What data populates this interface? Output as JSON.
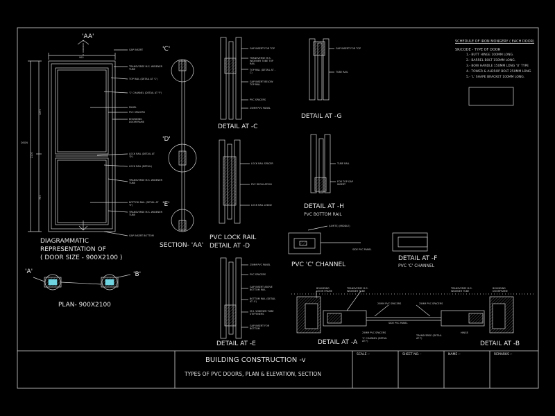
{
  "door_elevation": {
    "section_mark": "'AA'",
    "width_dim": "900",
    "height_dim": "2100",
    "upper_dim": "1270",
    "lower_dim": "730",
    "side_tag": "DSGN",
    "callouts": [
      "GAP INSERT",
      "TRANSVERSE M.S. WIDENER TUBE",
      "TOP RAIL (DETAIL AT 'C')",
      "'C' CHANNEL (DETAIL AT 'F')",
      "PANEL",
      "PVC SPACERS",
      "BOUNDING DOORFRAME",
      "LOCK RAIL (DETAIL AT 'D')",
      "LOCK RAIL (DETAIL)",
      "TRANSVERSE M.S. WIDENER TUBE",
      "BOTTOM RAIL (DETAIL AT 'E')",
      "TRANSVERSE M.S. WIDENER TUBE",
      "GAP INSERT BOTTOM"
    ],
    "caption_line1": "DIAGRAMMATIC",
    "caption_line2": "REPRESENTATION OF",
    "caption_line3": "( DOOR SIZE - 900X2100 )"
  },
  "plan": {
    "mark_a": "'A'",
    "mark_b": "'B'",
    "caption": "PLAN- 900X2100"
  },
  "section": {
    "mark_c": "'C'",
    "mark_d": "'D'",
    "mark_e": "'E'",
    "caption": "SECTION- 'AA'"
  },
  "detail_c": {
    "caption": "DETAIL AT -C",
    "callouts": [
      "GAP INSERT FOR TOP",
      "TRANSVERSE M.S. WIDENER TUBE TOP RAIL",
      "TOP RAIL (DETAIL AT -C)",
      "GAP INSERT BELOW TOP RAIL",
      "PVC SPACERS",
      "25MM PVC PANEL"
    ]
  },
  "detail_d": {
    "caption1": "PVC LOCK RAIL",
    "caption2": "DETAIL AT -D",
    "callouts": [
      "LOCK RAIL SPACER",
      "PVC REGULATION",
      "LOCK RAIL LEDGE"
    ]
  },
  "detail_e": {
    "caption": "DETAIL AT -E",
    "callouts": [
      "25MM PVC PANEL",
      "PVC SPACERS",
      "GAP INSERT ABOVE BOTTOM RAIL",
      "BOTTOM RAIL (DETAIL AT -E)",
      "M.S. WIDENER TUBE STIFFENERS",
      "GAP INSERT FOR BOTTOM"
    ]
  },
  "detail_g": {
    "caption": "DETAIL AT -G",
    "callouts": [
      "GAP INSERT FOR TOP",
      "TUBE RAIL"
    ]
  },
  "detail_h": {
    "caption1": "DETAIL AT -H",
    "caption2": "PVC BOTTOM RAIL",
    "callouts": [
      "TUBE RAIL",
      "FOR TOP GAP INSERT"
    ]
  },
  "channel_c": {
    "caption": "PVC 'C' CHANNEL",
    "callouts": [
      "(LIMITS) (MIDDLE)",
      "SIDE PVC PANEL"
    ]
  },
  "detail_f": {
    "caption1": "DETAIL AT -F",
    "caption2": "PVC 'C' CHANNEL"
  },
  "detail_ab": {
    "caption_a": "DETAIL AT -A",
    "caption_b": "DETAIL AT -B",
    "callouts": [
      "BOUNDING DOOR FRAME",
      "TRANSVERSE M.S. WIDENER TUBE",
      "25MM PVC SPACERS",
      "25MM PVC SPACERS",
      "SIDE PVC PANEL",
      "25MM PVC SPACERS",
      "'C' CHANNEL (DETAIL AT F)",
      "TRANSVERSE (DETAIL AT F)",
      "HINGE",
      "TRANSVERSE M.S. WIDENER TUBE",
      "BOUNDING DOORFRAME"
    ]
  },
  "schedule": {
    "title": "SCHEDULE OF IRON MONGERY ( EACH DOOR)",
    "subtitle": "SR/CODE - TYPE OF DOOR",
    "items": [
      "1.- BUTT HINGE 100MM LONG.",
      "2.- BARREL BOLT 150MM LONG.",
      "3.- BOW HANDLE 150MM LONG 'U' TYPE",
      "4.- TOWER & ALDROP BOLT 250MM LONG",
      "5.- 'L' SHAPE BRACKET 100MM LONG."
    ]
  },
  "title_block": {
    "title": "BUILDING CONSTRUCTION -v",
    "subtitle": "TYPES OF PVC DOORS, PLAN & ELEVATION, SECTION",
    "scale_label": "SCALE :-",
    "sheet_label": "SHEET NO. -",
    "name_label": "NAME :-",
    "remarks_label": "REMARKS :-"
  },
  "colors": {
    "background": "#000000",
    "linework": "#d8d8d8",
    "hatch": "#9a9a9a",
    "cyan_accent": "#6fd3e0"
  }
}
